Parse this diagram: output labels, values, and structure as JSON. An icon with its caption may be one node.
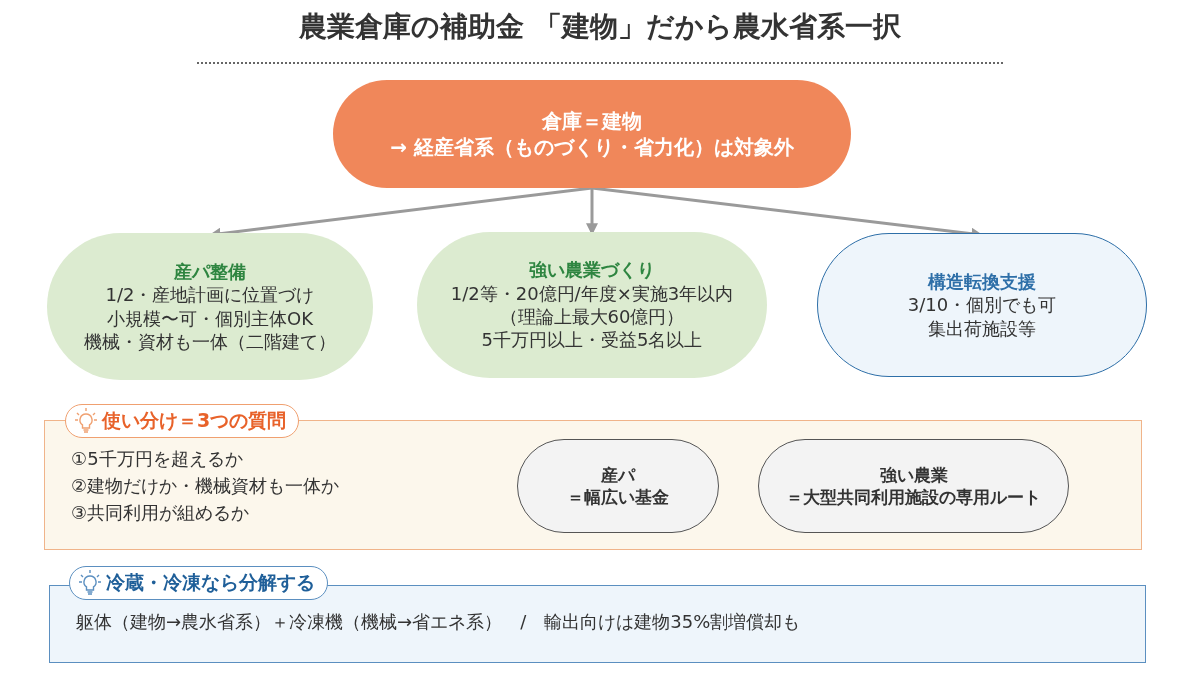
{
  "diagram": {
    "title": "農業倉庫の補助金 「建物」だから農水省系一択",
    "nodes": [
      {
        "text": [
          "倉庫＝建物",
          "→ 経産省系（ものづくり・省力化）は対象外"
        ]
      },
      {
        "text": [
          "産パ整備",
          "1/2・産地計画に位置づけ",
          "小規模〜可・個別主体OK",
          "機械・資材も一体（二階建て）"
        ]
      },
      {
        "text": [
          "強い農業づくり",
          "1/2等・20億円/年度×実施3年以内",
          "（理論上最大60億円）",
          "5千万円以上・受益5名以上"
        ]
      },
      {
        "text": [
          "構造転換支援",
          "3/10・個別でも可",
          "集出荷施設等"
        ]
      },
      {
        "text": [
          "使い分け＝3つの質問",
          "①5千万円を超えるか",
          "②建物だけか・機械資材も一体か",
          "③共同利用が組めるか"
        ]
      },
      {
        "text": [
          "産パ",
          "＝幅広い基金"
        ],
        "in": 4
      },
      {
        "text": [
          "強い農業",
          "＝大型共同利用施設の専用ルート"
        ],
        "in": 4
      },
      {
        "text": [
          "冷蔵・冷凍なら分解する",
          "躯体（建物→農水省系）＋冷凍機（機械→省エネ系）　/　輸出向けは建物35%割増償却も"
        ]
      }
    ],
    "edges": [
      {
        "from": 0,
        "to": 1,
        "arrow": "to"
      },
      {
        "from": 0,
        "to": 2,
        "arrow": "to"
      },
      {
        "from": 0,
        "to": 3,
        "arrow": "to"
      }
    ]
  }
}
